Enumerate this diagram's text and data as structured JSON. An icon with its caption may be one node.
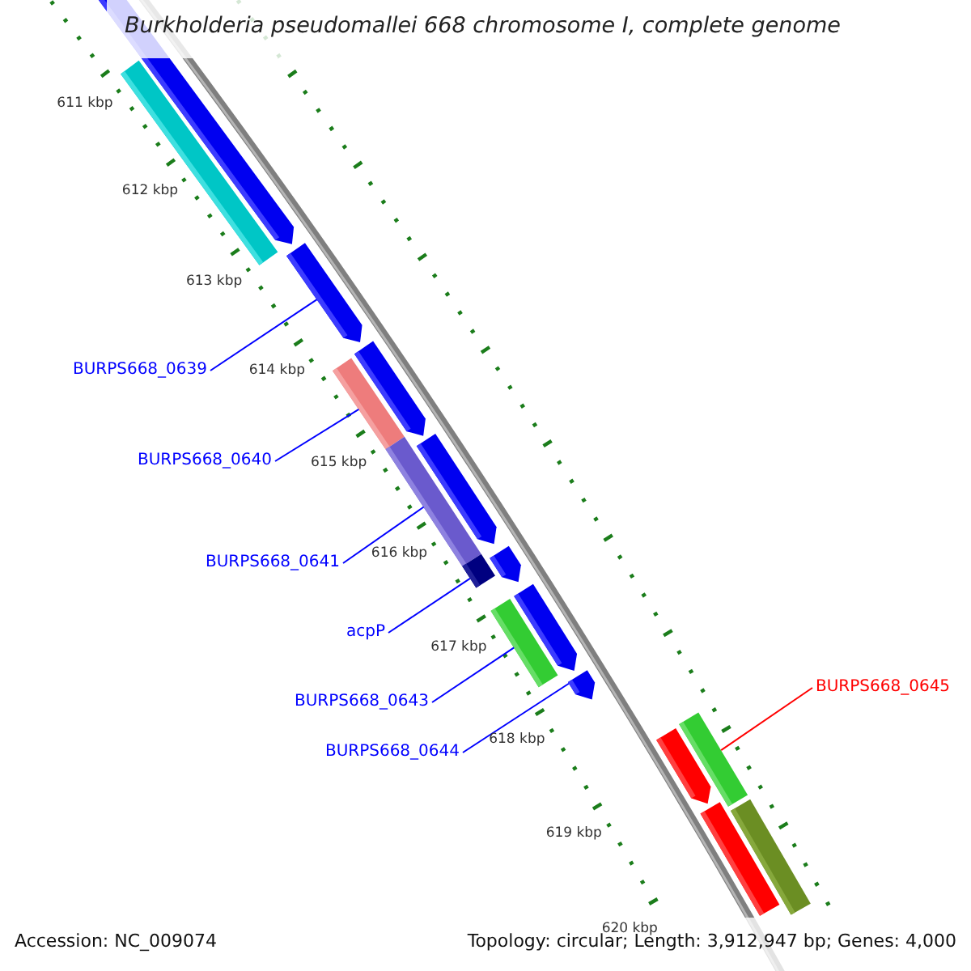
{
  "diagram": {
    "title": "Burkholderia pseudomallei 668 chromosome I, complete genome",
    "nodes": [
      {
        "text": [],
        "shape": "bar"
      },
      {
        "text": [],
        "shape": "bar"
      },
      {
        "text": [],
        "shape": "bar"
      },
      {
        "text": [],
        "shape": "bar"
      },
      {
        "text": [],
        "shape": "bar"
      },
      {
        "text": [],
        "shape": "bar"
      },
      {
        "text": [],
        "shape": "bar"
      },
      {
        "text": [],
        "shape": "bar"
      },
      {
        "text": [],
        "shape": "bar"
      },
      {
        "text": [],
        "shape": "bar"
      },
      {
        "text": [],
        "shape": "bar"
      },
      {
        "text": [],
        "shape": "bar"
      },
      {
        "text": [],
        "shape": "bar"
      },
      {
        "text": [],
        "shape": "bar"
      },
      {
        "text": [],
        "shape": "bar"
      },
      {
        "text": [],
        "shape": "bar"
      },
      {
        "text": [
          "BURPS668_0639"
        ]
      },
      {
        "text": [
          "BURPS668_0640"
        ]
      },
      {
        "text": [
          "BURPS668_0641"
        ]
      },
      {
        "text": [
          "acpP"
        ]
      },
      {
        "text": [
          "BURPS668_0643"
        ]
      },
      {
        "text": [
          "BURPS668_0644"
        ]
      },
      {
        "text": [
          "BURPS668_0645"
        ]
      }
    ],
    "edges": [
      {
        "from": 16,
        "to": 2,
        "arrow": "none"
      },
      {
        "from": 17,
        "to": 3,
        "arrow": "none"
      },
      {
        "from": 18,
        "to": 5,
        "arrow": "none"
      },
      {
        "from": 19,
        "to": 7,
        "arrow": "none"
      },
      {
        "from": 20,
        "to": 9,
        "arrow": "none"
      },
      {
        "from": 21,
        "to": 11,
        "arrow": "none"
      },
      {
        "from": 22,
        "to": 13,
        "arrow": "none",
        "color": "#ff0000"
      }
    ],
    "labels": [
      "611 kbp",
      "612 kbp",
      "613 kbp",
      "614 kbp",
      "615 kbp",
      "616 kbp",
      "617 kbp",
      "618 kbp",
      "619 kbp",
      "620 kbp",
      "Accession: NC_009074",
      "Topology: circular; Length: 3,912,947 bp; Genes: 4,000"
    ]
  }
}
